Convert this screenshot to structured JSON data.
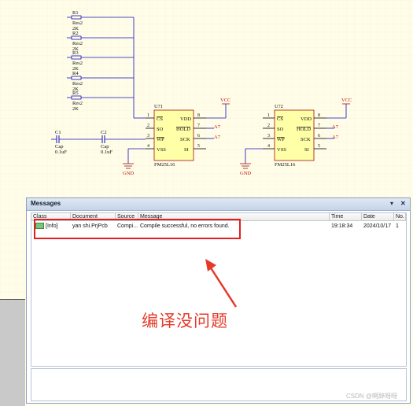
{
  "schematic": {
    "resistors": [
      {
        "ref": "R1",
        "type": "Res2",
        "value": "2K"
      },
      {
        "ref": "R2",
        "type": "Res2",
        "value": "2K"
      },
      {
        "ref": "R3",
        "type": "Res2",
        "value": "2K"
      },
      {
        "ref": "R4",
        "type": "Res2",
        "value": "2K"
      },
      {
        "ref": "R5",
        "type": "Res2",
        "value": "2K"
      }
    ],
    "capacitors": [
      {
        "ref": "C1",
        "type": "Cap",
        "value": "0.1uF"
      },
      {
        "ref": "C2",
        "type": "Cap",
        "value": "0.1uF"
      }
    ],
    "chips": [
      {
        "ref": "U?1",
        "part": "FM25L16"
      },
      {
        "ref": "U?2",
        "part": "FM25L16"
      }
    ],
    "pin_names_left": [
      "CS",
      "SO",
      "WP",
      "VSS"
    ],
    "pin_names_right": [
      "VDD",
      "HOLD",
      "SCK",
      "SI"
    ],
    "pin_numbers_left": [
      "1",
      "2",
      "3",
      "4"
    ],
    "pin_numbers_right": [
      "8",
      "7",
      "6",
      "5"
    ],
    "net_labels": {
      "vcc": "VCC",
      "gnd": "GND",
      "a7": "A7"
    }
  },
  "messages_panel": {
    "title": "Messages",
    "pin_icon": "chevron-down-icon",
    "close_icon": "close-icon",
    "columns": [
      "Class",
      "Document",
      "Source",
      "Message",
      "Time",
      "Date",
      "No."
    ],
    "rows": [
      {
        "class": "[Info]",
        "document": "yan shi.PrjPcb",
        "source": "Compi...",
        "message": "Compile successful, no errors found.",
        "time": "19:18:34",
        "date": "2024/10/17",
        "no": "1"
      }
    ]
  },
  "annotation": {
    "text": "编译没问题",
    "color": "#e53a2a"
  },
  "watermark": "CSDN @啊辞呀呀"
}
